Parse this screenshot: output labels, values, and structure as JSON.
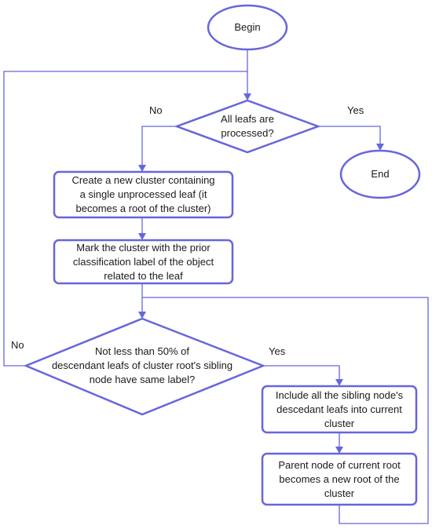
{
  "nodes": {
    "begin": "Begin",
    "decision_all_processed": [
      "All leafs are",
      "processed?"
    ],
    "end": "End",
    "create_cluster": [
      "Create a new cluster containing",
      "a single unprocessed leaf (it",
      "becomes a root of the cluster)"
    ],
    "mark_cluster": [
      "Mark the cluster with the prior",
      "classification label of the object",
      "related to the leaf"
    ],
    "decision_sibling": [
      "Not less than 50% of",
      "descendant leafs of cluster root's sibling",
      "node have same label?"
    ],
    "include_siblings": [
      "Include all the sibling node's",
      "descedant leafs into current",
      "cluster"
    ],
    "parent_root": [
      "Parent node of current root",
      "becomes a new root of the",
      "cluster"
    ]
  },
  "edge_labels": {
    "decision1_no": "No",
    "decision1_yes": "Yes",
    "decision2_no": "No",
    "decision2_yes": "Yes"
  },
  "colors": {
    "stroke": "#6666dd",
    "fill": "#ffffff",
    "text": "#1a1a1a"
  }
}
